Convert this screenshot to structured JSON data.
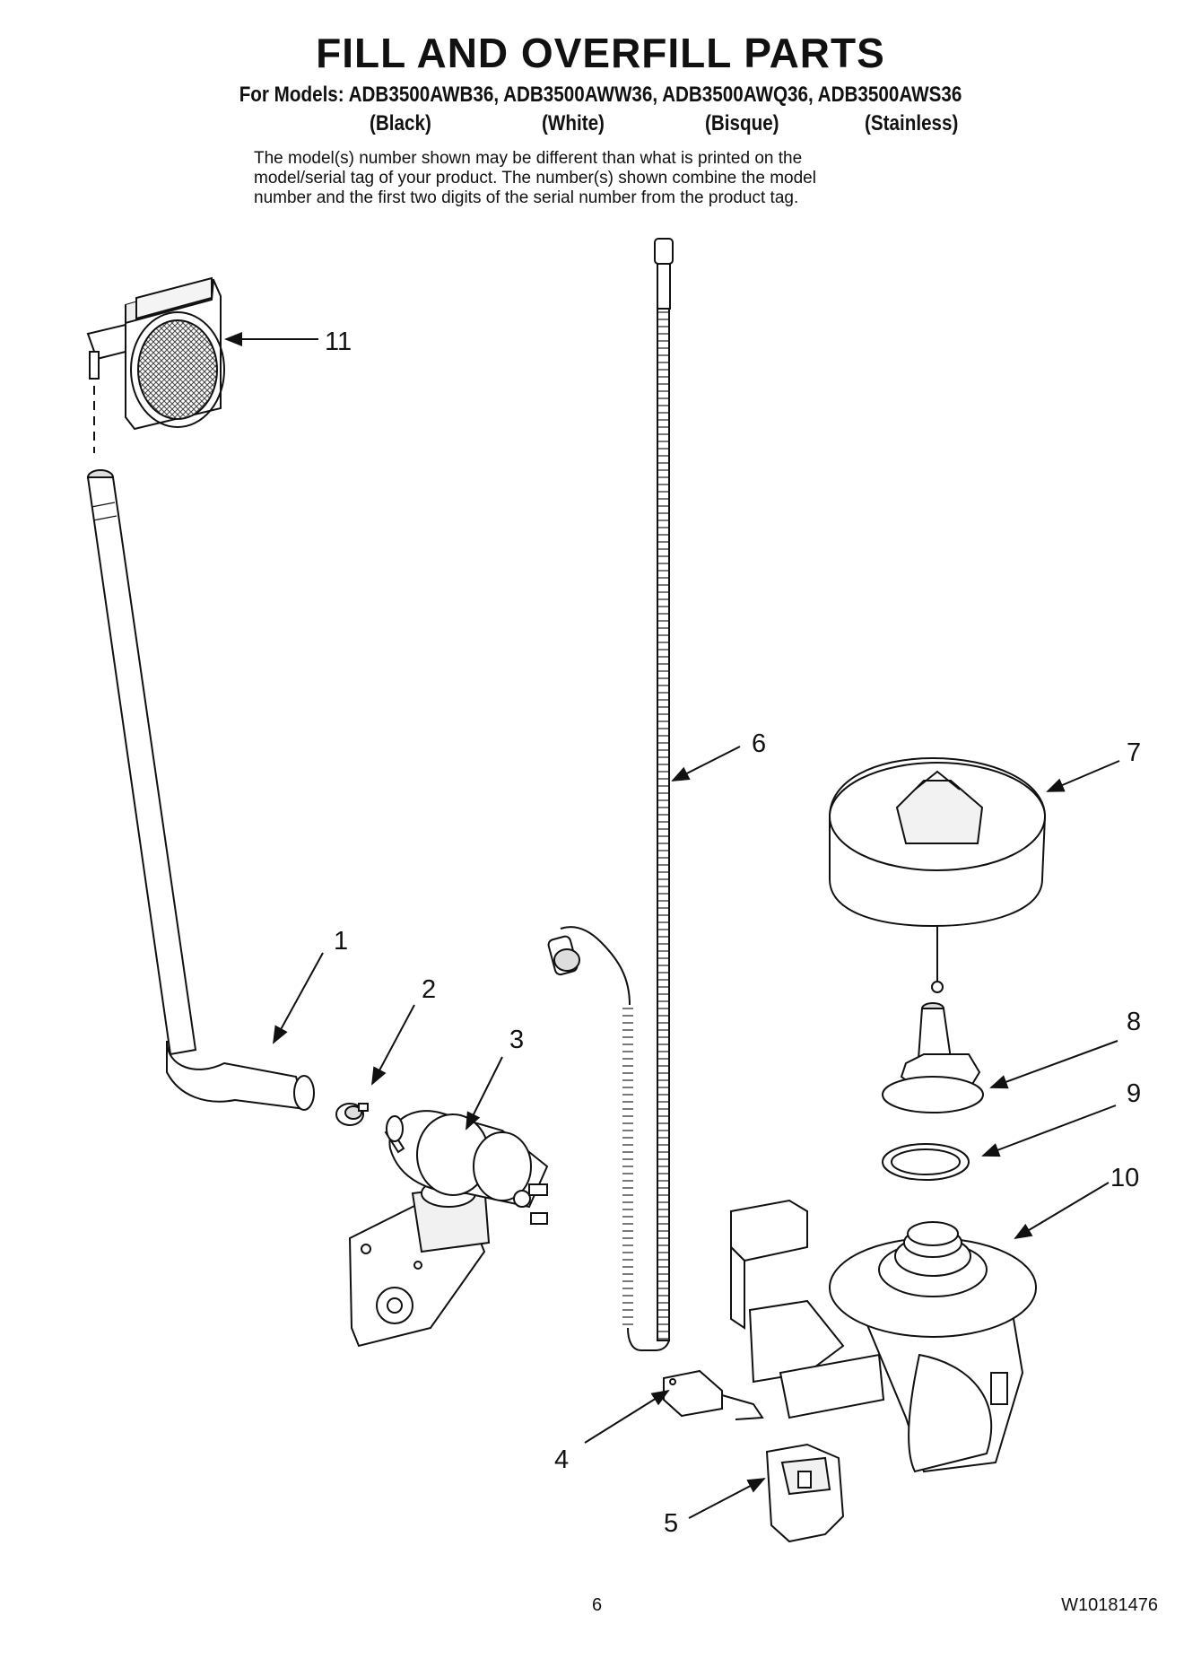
{
  "header": {
    "title": "FILL AND OVERFILL PARTS",
    "models_line": "For Models: ADB3500AWB36, ADB3500AWW36, ADB3500AWQ36, ADB3500AWS36",
    "finishes": [
      "(Black)",
      "(White)",
      "(Bisque)",
      "(Stainless)"
    ],
    "note_lines": [
      "The model(s) number shown may be different than what is printed on the",
      "model/serial tag of your product. The number(s) shown combine the model",
      "number and the first two digits of the serial number from the product tag."
    ]
  },
  "callouts": {
    "c1": "1",
    "c2": "2",
    "c3": "3",
    "c4": "4",
    "c5": "5",
    "c6": "6",
    "c7": "7",
    "c8": "8",
    "c9": "9",
    "c10": "10",
    "c11": "11"
  },
  "footer": {
    "page_number": "6",
    "document_id": "W10181476"
  }
}
